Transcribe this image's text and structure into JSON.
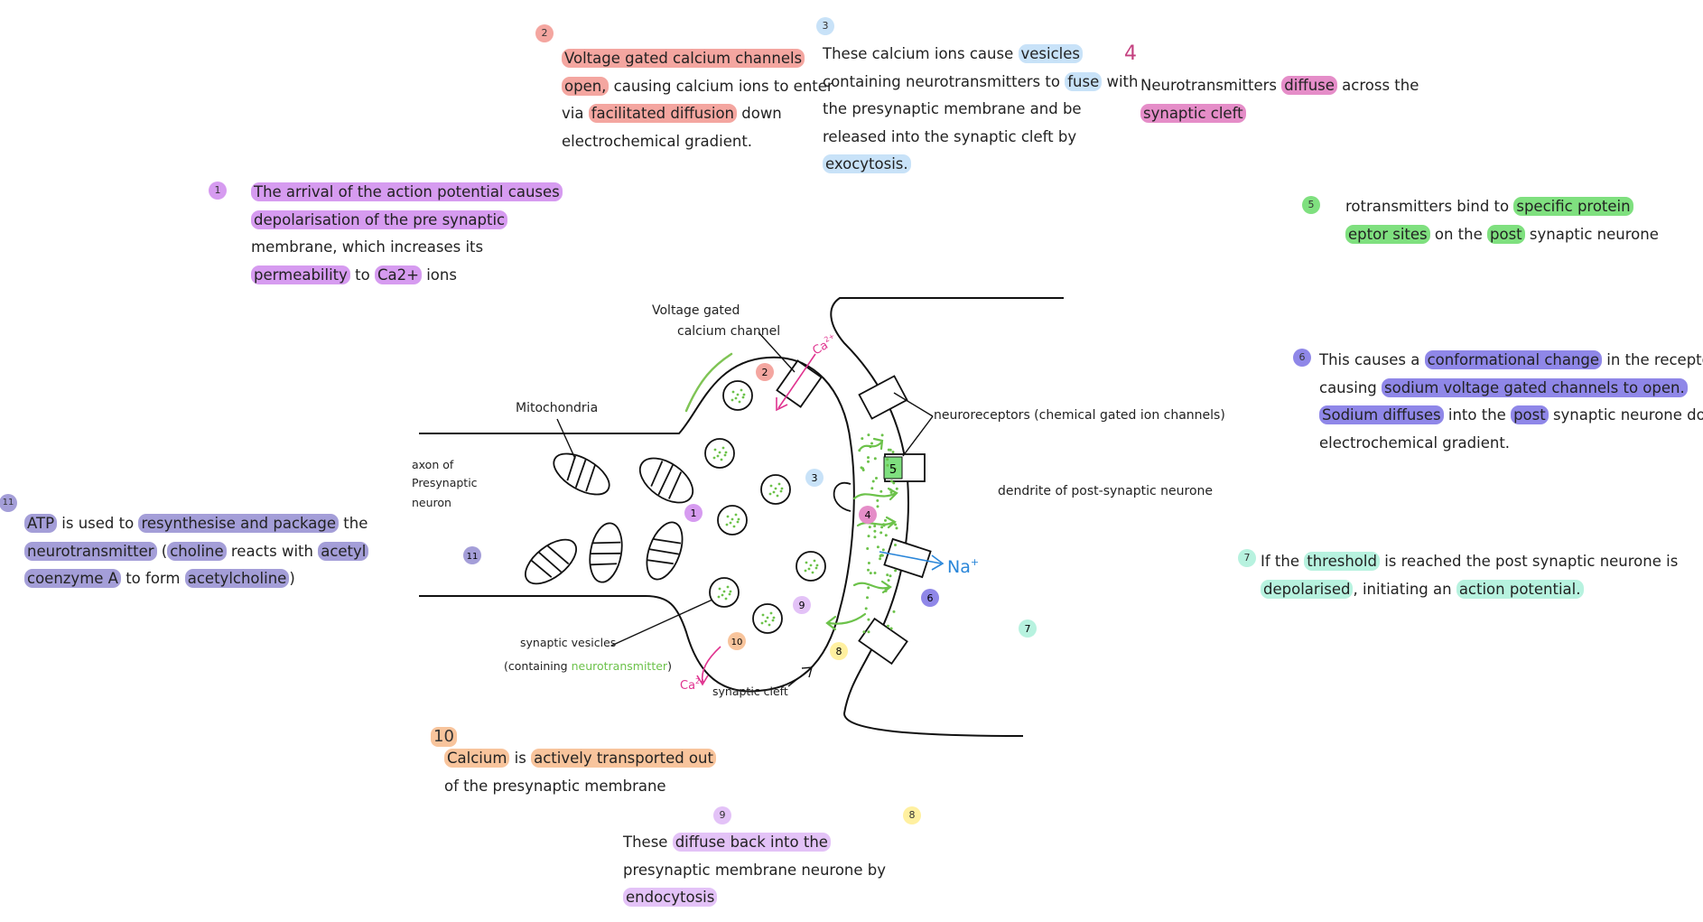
{
  "colors": {
    "pink": "#f4a6a0",
    "blue": "#c8e2f8",
    "magenta": "#e58dc8",
    "green": "#7fe07f",
    "indigo": "#8f87e8",
    "mint": "#b7f2df",
    "lilac": "#e3c2f7",
    "orange": "#f8c49c",
    "purple": "#d69bf0",
    "slate": "#a49ed8",
    "yellow": "#fff0a0"
  },
  "notes": {
    "n1": {
      "number": "1",
      "lines": [
        [
          "The arrival of the action potential causes"
        ],
        [
          "depolarisation of the pre synaptic"
        ],
        [
          "membrane, which increases its"
        ],
        [
          "permeability",
          " to ",
          "Ca2+",
          " ions"
        ]
      ]
    },
    "n2": {
      "number": "2",
      "lines": [
        [
          "Voltage gated calcium channels"
        ],
        [
          "open,",
          " causing calcium ions to enter"
        ],
        [
          "via ",
          "facilitated diffusion",
          " down"
        ],
        [
          "electrochemical gradient."
        ]
      ]
    },
    "n3": {
      "number": "3",
      "lines": [
        [
          "These calcium ions cause ",
          "vesicles"
        ],
        [
          "containing neurotransmitters to ",
          "fuse",
          " with"
        ],
        [
          "the presynaptic membrane and be"
        ],
        [
          "released into the synaptic cleft by"
        ],
        [
          "exocytosis."
        ]
      ]
    },
    "n4": {
      "number": "4",
      "lines": [
        [
          "Neurotransmitters ",
          "diffuse",
          " across the"
        ],
        [
          "synaptic cleft"
        ]
      ]
    },
    "n5": {
      "number": "5",
      "lines": [
        [
          "rotransmitters bind to ",
          "specific protein"
        ],
        [
          "eptor sites",
          " on the ",
          "post",
          " synaptic neurone"
        ]
      ]
    },
    "n6": {
      "number": "6",
      "lines": [
        [
          "This causes a ",
          "conformational change",
          " in the receptor protein,"
        ],
        [
          "causing ",
          "sodium voltage gated channels to open."
        ],
        [
          "Sodium diffuses",
          " into the ",
          "post",
          " synaptic neurone down an"
        ],
        [
          "electrochemical gradient."
        ]
      ]
    },
    "n7": {
      "number": "7",
      "lines": [
        [
          "If the ",
          "threshold",
          " is reached the post synaptic neurone is"
        ],
        [
          "depolarised",
          ", initiating an ",
          "action potential."
        ]
      ]
    },
    "n9": {
      "number": "9",
      "lines": [
        [
          "These ",
          "diffuse back into the"
        ],
        [
          "presynaptic membrane neurone by"
        ],
        [
          "endocytosis"
        ]
      ]
    },
    "n10": {
      "number": "10",
      "lines": [
        [
          "Calcium",
          " is ",
          "actively transported out"
        ],
        [
          "of the presynaptic membrane"
        ]
      ]
    },
    "n11": {
      "number": "11",
      "lines": [
        [
          "ATP",
          " is used to ",
          "resynthesise and package",
          " the"
        ],
        [
          "neurotransmitter",
          " (",
          "choline",
          " reacts with ",
          "acetyl"
        ],
        [
          "coenzyme A",
          " to form ",
          "acetylcholine",
          ")"
        ]
      ]
    }
  },
  "standalone_numbers": {
    "n8": "8"
  },
  "diagram": {
    "labels": {
      "voltage_gated": "Voltage gated",
      "calcium_channel": "calcium channel",
      "mitochondria": "Mitochondria",
      "axon_line1": "axon of",
      "axon_line2": "Presynaptic",
      "axon_line3": "neuron",
      "neuroreceptors": "neuroreceptors (chemical gated ion channels)",
      "dendrite": "dendrite of post-synaptic neurone",
      "synaptic_vesicles": "synaptic vesicles",
      "containing_open": "(containing ",
      "neurotransmitter": "neurotransmitter",
      "containing_close": ")",
      "synaptic_cleft": "synaptic cleft",
      "na": "Na",
      "plus": "+",
      "ca_top": "Ca",
      "ca_bottom": "Ca",
      "charge": "2+"
    },
    "markers": {
      "m1": "1",
      "m2": "2",
      "m3": "3",
      "m4": "4",
      "m5": "5",
      "m6": "6",
      "m7": "7",
      "m8": "8",
      "m9": "9",
      "m10": "10",
      "m11": "11"
    }
  }
}
